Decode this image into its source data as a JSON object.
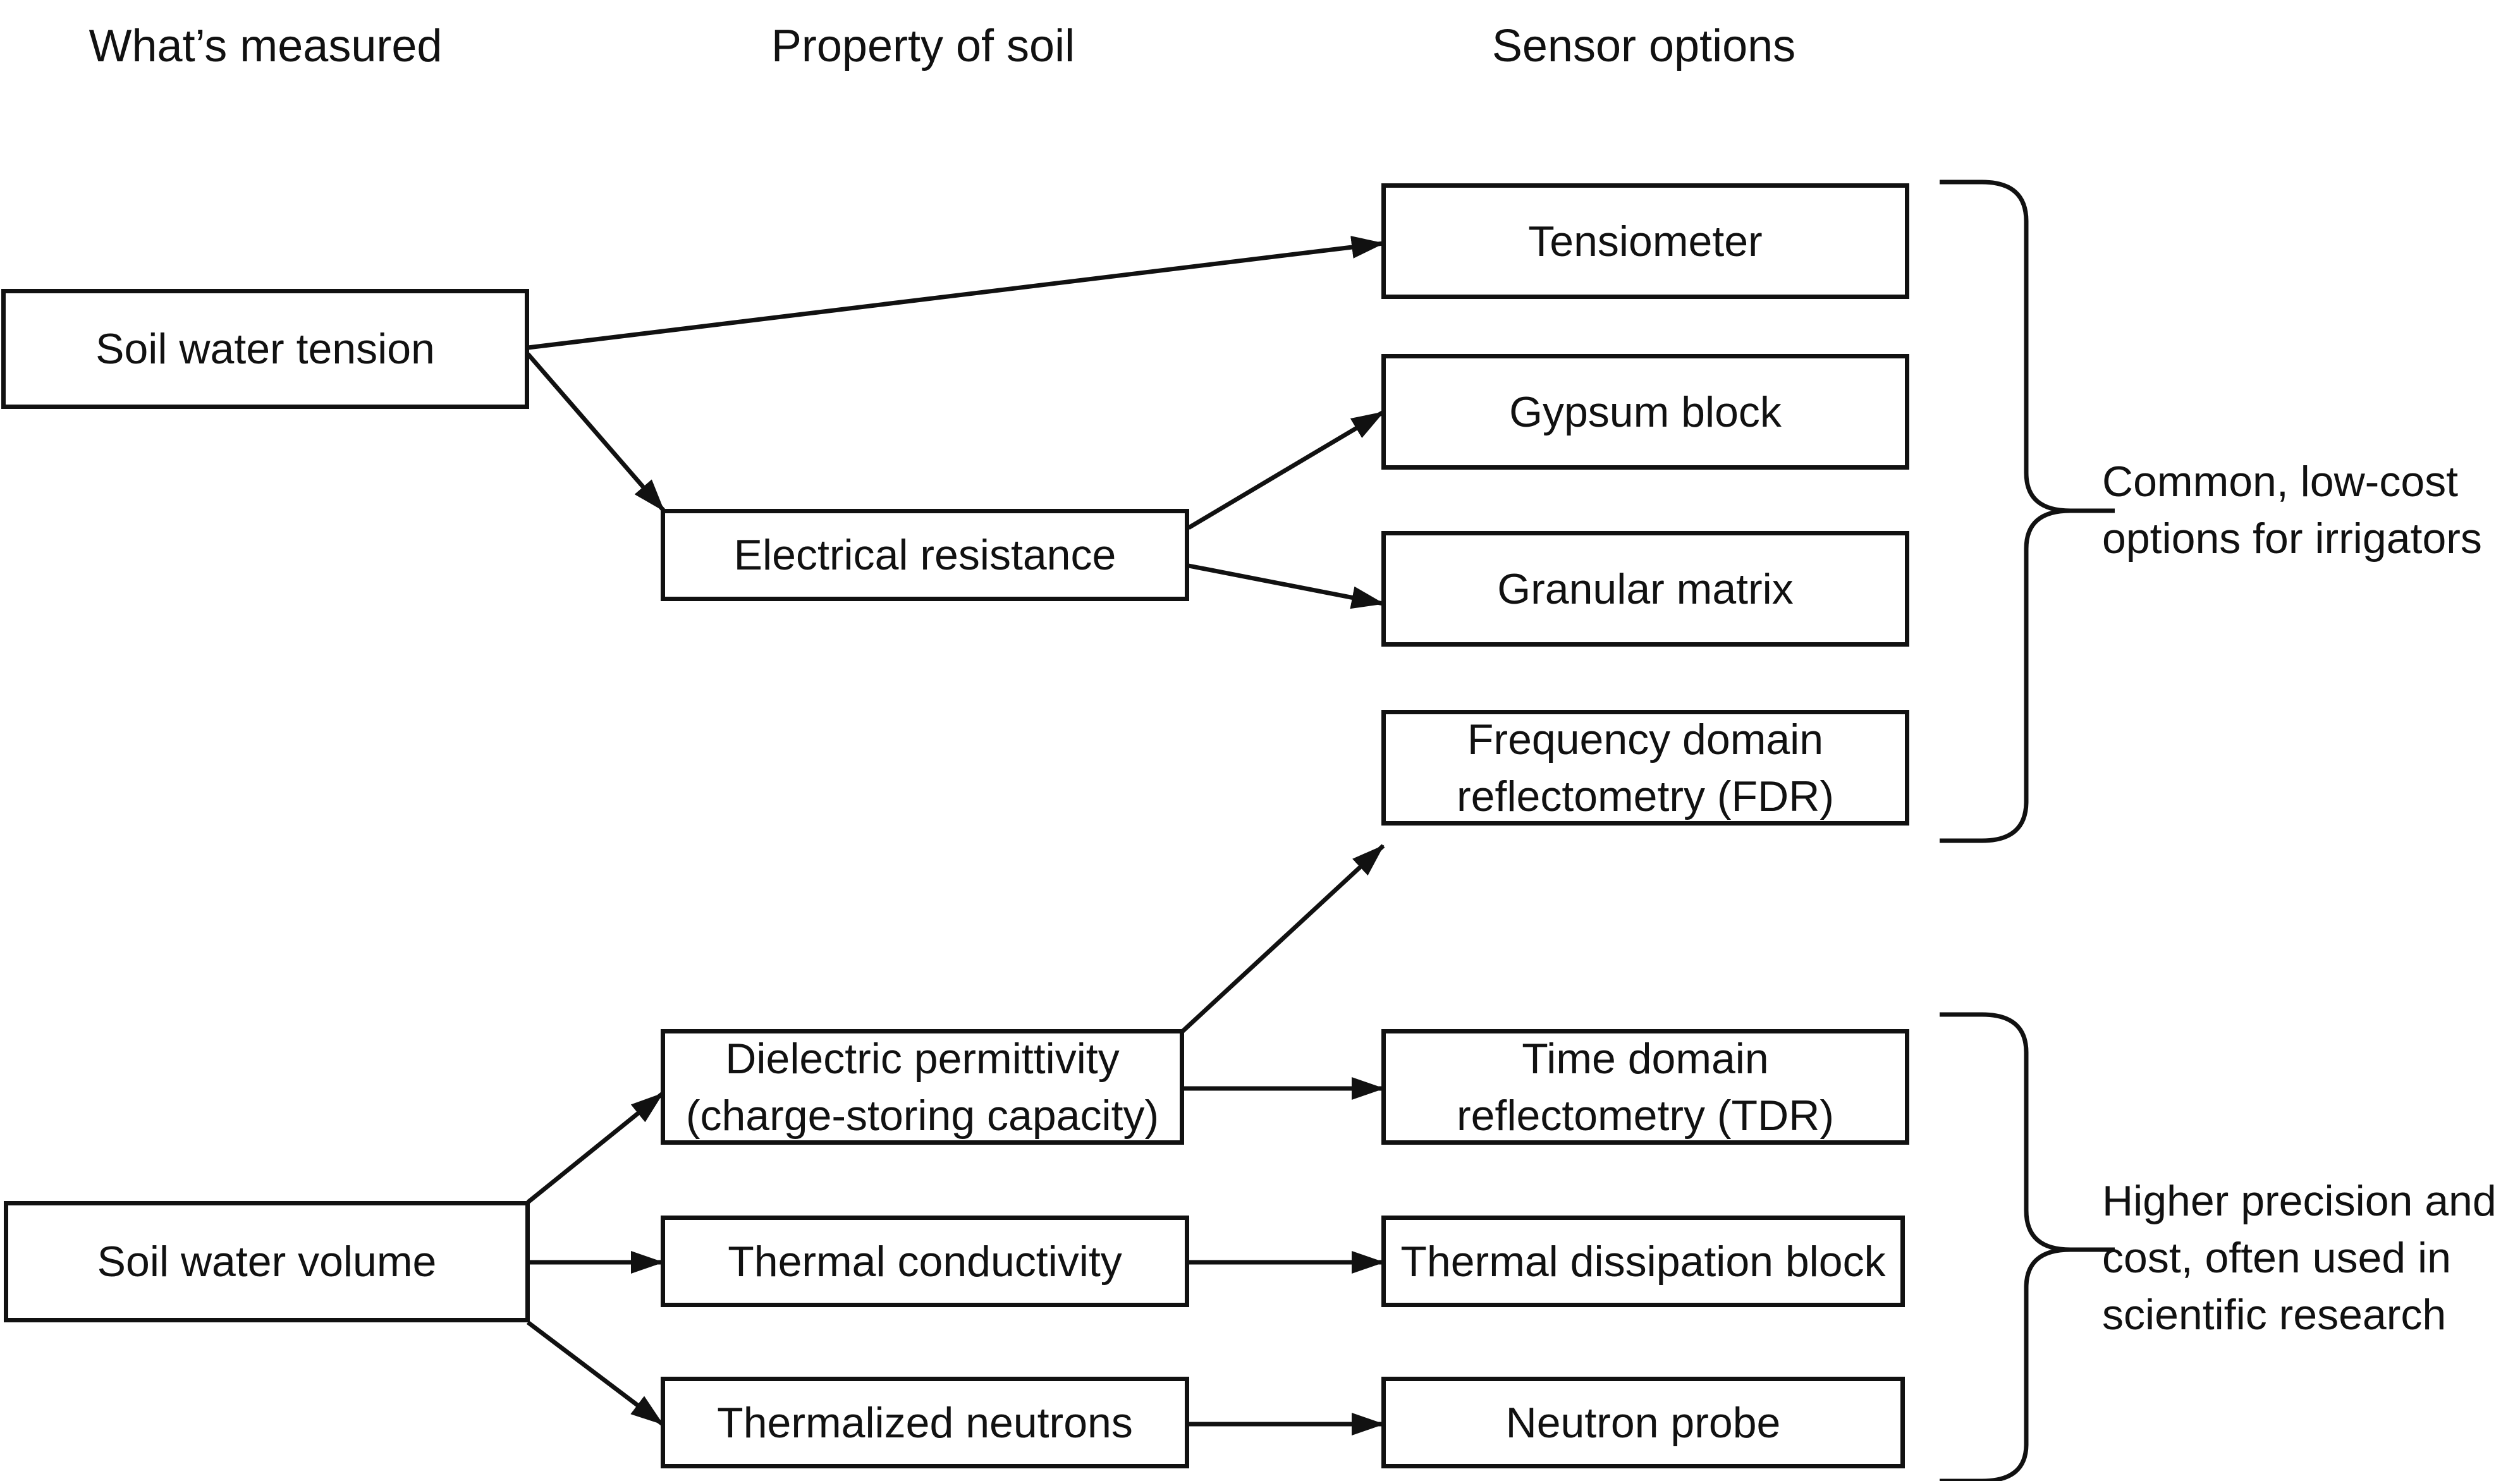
{
  "headers": {
    "measured": "What’s measured",
    "property": "Property of soil",
    "sensor": "Sensor options"
  },
  "measured": {
    "tension": "Soil water tension",
    "volume": "Soil water volume"
  },
  "properties": {
    "resistance": "Electrical resistance",
    "dielectric": "Dielectric permittivity\n(charge-storing capacity)",
    "thermal": "Thermal conductivity",
    "neutrons": "Thermalized neutrons"
  },
  "sensors": {
    "tensiometer": "Tensiometer",
    "gypsum": "Gypsum block",
    "granular": "Granular matrix",
    "fdr": "Frequency domain\nreflectometry (FDR)",
    "tdr": "Time domain\nreflectometry (TDR)",
    "dissipation": "Thermal dissipation block",
    "neutron_probe": "Neutron probe"
  },
  "groups": {
    "low_cost": "Common, low-cost\noptions for irrigators",
    "high_precision": "Higher precision and\ncost, often used in\nscientific research"
  }
}
